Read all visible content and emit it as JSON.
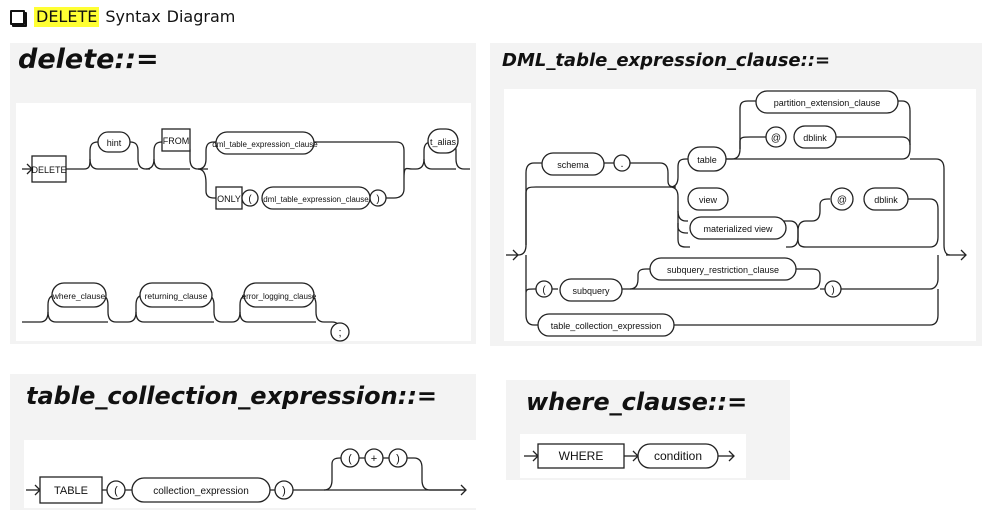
{
  "header": {
    "prefix": "Syntax",
    "highlight": "DELETE",
    "suffix": "Diagram"
  },
  "delete": {
    "title": "delete::=",
    "labels": {
      "delete": "DELETE",
      "hint": "hint",
      "from": "FROM",
      "dml1": "dml_table_expression_clause",
      "only": "ONLY",
      "lp": "(",
      "dml2": "dml_table_expression_clause",
      "rp": ")",
      "talias": "t_alias",
      "where": "where_clause",
      "returning": "returning_clause",
      "error": "error_logging_clause",
      "semi": ";"
    }
  },
  "dml": {
    "title": "DML_table_expression_clause::=",
    "labels": {
      "schema": "schema",
      "dot": ".",
      "table": "table",
      "partition": "partition_extension_clause",
      "at1": "@",
      "dblink1": "dblink",
      "view": "view",
      "mview": "materialized view",
      "at2": "@",
      "dblink2": "dblink",
      "lp": "(",
      "subquery": "subquery",
      "restriction": "subquery_restriction_clause",
      "rp": ")",
      "tce": "table_collection_expression"
    }
  },
  "tce": {
    "title": "table_collection_expression::=",
    "labels": {
      "table": "TABLE",
      "lp": "(",
      "coll": "collection_expression",
      "rp": ")",
      "lp2": "(",
      "plus": "+",
      "rp2": ")"
    }
  },
  "where": {
    "title": "where_clause::=",
    "labels": {
      "where": "WHERE",
      "condition": "condition"
    }
  }
}
